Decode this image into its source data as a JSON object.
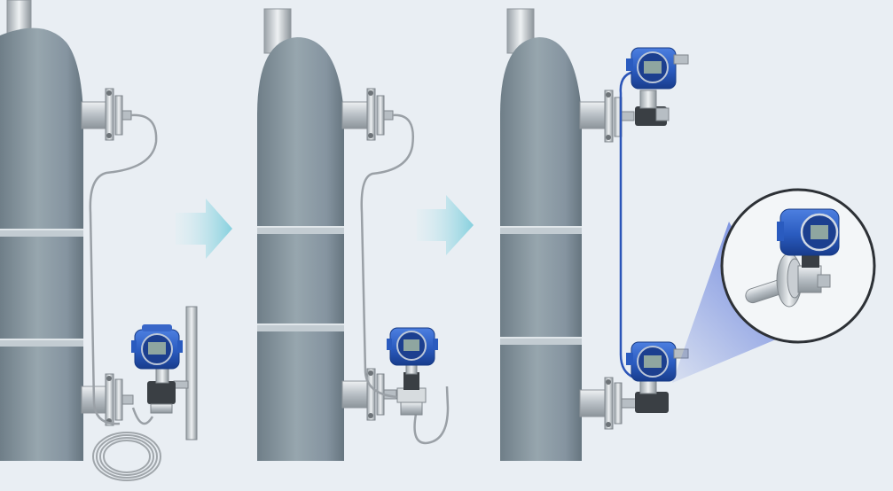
{
  "scene": {
    "panels": [
      {
        "id": "panel-1",
        "configuration": "transmitter-with-long-capillary-and-coil-on-mounting-plate"
      },
      {
        "id": "panel-2",
        "configuration": "transmitter-with-short-capillary"
      },
      {
        "id": "panel-3",
        "configuration": "dual-direct-mount-electronic-remote-seal-transmitters"
      }
    ],
    "arrows": [
      {
        "id": "arrow-1",
        "icon": "arrow-right-icon"
      },
      {
        "id": "arrow-2",
        "icon": "arrow-right-icon"
      }
    ],
    "detail_callout": {
      "icon": "transmitter-detail-icon"
    }
  },
  "colors": {
    "background": "#e9eef3",
    "vessel": "#8b9aa3",
    "vessel_dark": "#6d7c86",
    "vessel_ring": "#c7d0d6",
    "steel": "#c9ced3",
    "steel_dark": "#8f969c",
    "transmitter_blue": "#2a5bbf",
    "transmitter_blue_dark": "#1b3f8f",
    "capillary": "#9aa0a6",
    "cable_blue": "#2b55b8",
    "arrow": "#8fd3df",
    "beam": "#3f5fd6"
  }
}
